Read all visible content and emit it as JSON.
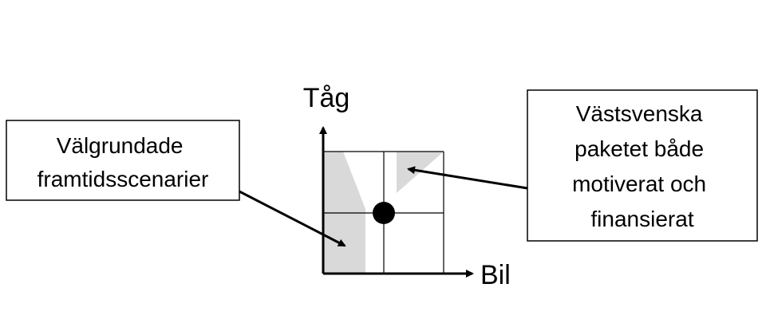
{
  "axes": {
    "y_label": "Tåg",
    "x_label": "Bil"
  },
  "callouts": {
    "left": {
      "lines": [
        "Välgrundade",
        "framtidsscenarier"
      ]
    },
    "right": {
      "lines": [
        "Västsvenska",
        "paketet  både",
        "motiverat och",
        "finansierat"
      ]
    }
  },
  "colors": {
    "line": "#000000",
    "region_fill": "#d9d9d9",
    "box_fill": "#ffffff",
    "point": "#000000"
  }
}
